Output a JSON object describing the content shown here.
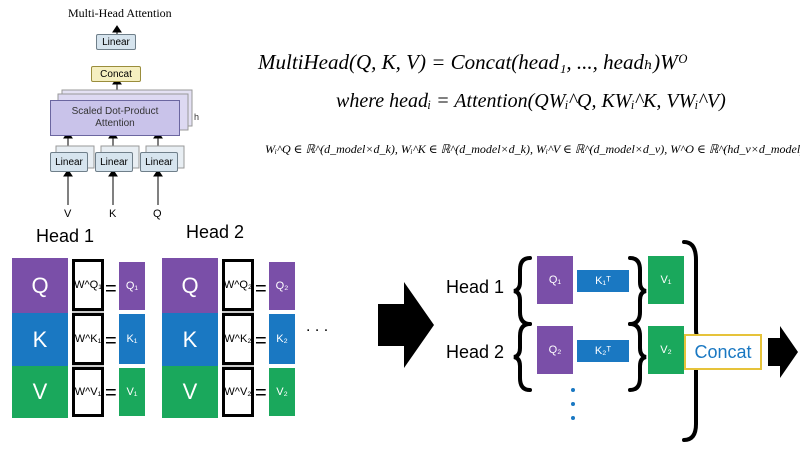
{
  "arch": {
    "title": "Multi-Head Attention",
    "linear_top": "Linear",
    "concat": "Concat",
    "sdpa_line1": "Scaled Dot-Product",
    "sdpa_line2": "Attention",
    "h": "h",
    "linear_q": "Linear",
    "linear_k": "Linear",
    "linear_v": "Linear",
    "in_v": "V",
    "in_k": "K",
    "in_q": "Q"
  },
  "formula": {
    "line1": "MultiHead(Q, K, V) = Concat(head₁, ..., headₕ)Wᴼ",
    "line2": "where headᵢ = Attention(QWᵢ^Q, KWᵢ^K, VWᵢ^V)",
    "line3": "Wᵢ^Q ∈ ℝ^(d_model×d_k), Wᵢ^K ∈ ℝ^(d_model×d_k), Wᵢ^V ∈ ℝ^(d_model×d_v), W^O ∈ ℝ^(hd_v×d_model)"
  },
  "heads": [
    {
      "label": "Head 1",
      "q": "Q",
      "k": "K",
      "v": "V",
      "wq": "W^Q₁",
      "wk": "W^K₁",
      "wv": "W^V₁",
      "oq": "Q₁",
      "ok": "K₁",
      "ov": "V₁"
    },
    {
      "label": "Head 2",
      "q": "Q",
      "k": "K",
      "v": "V",
      "wq": "W^Q₂",
      "wk": "W^K₂",
      "wv": "W^V₂",
      "oq": "Q₂",
      "ok": "K₂",
      "ov": "V₂"
    }
  ],
  "equals": "=",
  "ellipsis": ". . .",
  "right": {
    "head1": "Head 1",
    "head2": "Head 2",
    "q1": "Q₁",
    "k1t": "K₁ᵀ",
    "v1": "V₁",
    "q2": "Q₂",
    "k2t": "K₂ᵀ",
    "v2": "V₂",
    "concat": "Concat"
  },
  "colors": {
    "query": "#7a4fa8",
    "key": "#1a78c2",
    "value": "#1aa85c",
    "concat_border": "#e6c33a",
    "linear_fill": "#d6e4ee",
    "sdpa_fill": "#c9c3ea",
    "concat_fill": "#f5efc0"
  }
}
